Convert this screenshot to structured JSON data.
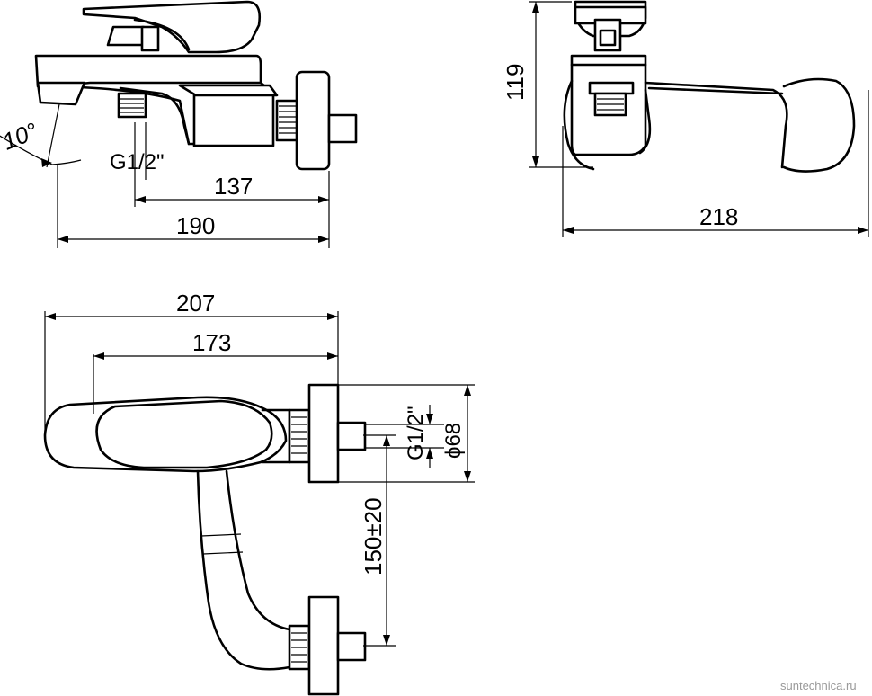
{
  "drawing": {
    "front_view": {
      "angle_label": "10°",
      "thread_label": "G1/2\"",
      "dim_inlet_to_wall": "137",
      "dim_total_depth": "190"
    },
    "side_view": {
      "dim_height": "119",
      "dim_width": "218"
    },
    "top_view": {
      "dim_length_handle": "207",
      "dim_length_body": "173",
      "thread_label": "G1/2\"",
      "flange_diameter": "ϕ68",
      "connection_spacing": "150±20"
    },
    "watermark": "suntechnica.ru"
  }
}
